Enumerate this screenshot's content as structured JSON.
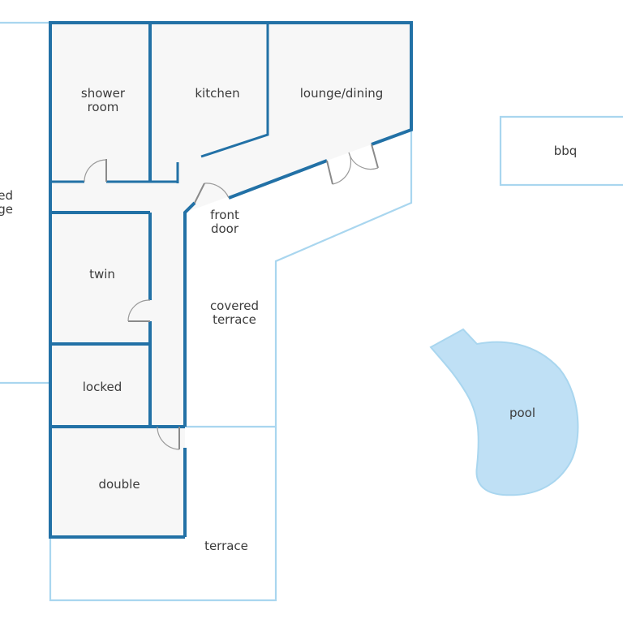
{
  "labels": {
    "shower_room": [
      "shower",
      "room"
    ],
    "kitchen": "kitchen",
    "lounge_dining": "lounge/dining",
    "front_door": [
      "front",
      "door"
    ],
    "bbq": "bbq",
    "covered_garage": [
      "ed",
      "ge"
    ],
    "twin": "twin",
    "covered_terrace": [
      "covered",
      "terrace"
    ],
    "locked": "locked",
    "pool": "pool",
    "double": "double",
    "terrace": "terrace"
  },
  "colors": {
    "wall": "#2271a6",
    "outline": "#a9d6ef",
    "pool": "#bfe0f5",
    "room_fill": "#f7f7f7",
    "door": "#8a8a8a",
    "text": "#3b3b3b"
  }
}
